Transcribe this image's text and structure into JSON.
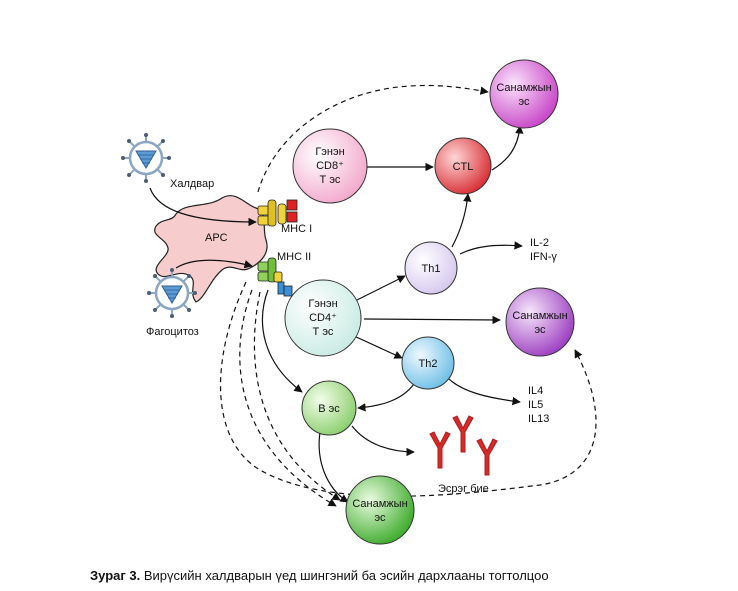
{
  "nodes": {
    "apc": "APC",
    "cd8": [
      "Гэнэн",
      "CD8⁺",
      "Т эс"
    ],
    "cd4": [
      "Гэнэн",
      "CD4⁺",
      "Т эс"
    ],
    "ctl": "CTL",
    "th1": "Th1",
    "th2": "Th2",
    "bcell": "В эс",
    "memory_top": [
      "Санамжын",
      "эс"
    ],
    "memory_right": [
      "Санамжын",
      "эс"
    ],
    "memory_bottom": [
      "Санамжын",
      "эс"
    ]
  },
  "labels": {
    "infection": "Халдвар",
    "phagocytosis": "Фагоцитоз",
    "mhc1": "MHC I",
    "mhc2": "MHC II",
    "th1_cytokines": [
      "IL-2",
      "IFN-γ"
    ],
    "th2_cytokines": [
      "IL4",
      "IL5",
      "IL13"
    ],
    "antibody": "Эсрэг бие"
  },
  "caption": {
    "label": "Зураг 3.",
    "text": " Вирүсийн халдварын үед шингэний ба эсийн дархлааны тогтолцоо"
  },
  "colors": {
    "cd8": "#f7bcd7",
    "ctl": "#e8474c",
    "memory": "#d96bd9",
    "th1": "#e7dcf4",
    "cd4": "#dff2ee",
    "th2": "#9fd3ee",
    "bcell": "#bde8a8",
    "memory_bottom": "#5fbf4a",
    "apc": "#f6cccc",
    "antibody": "#d42a2a"
  }
}
